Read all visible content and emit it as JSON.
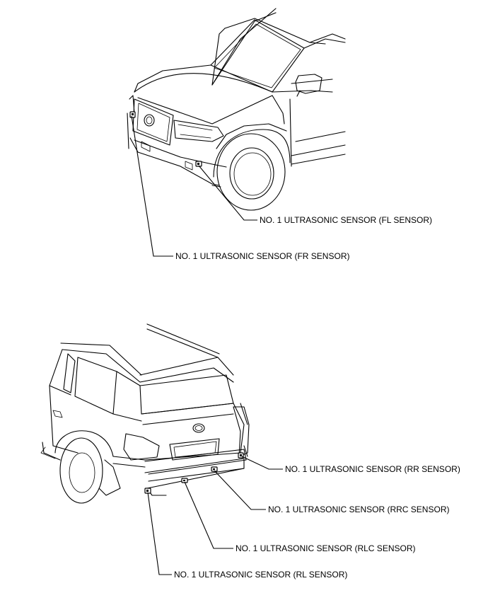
{
  "callouts": {
    "fl": "NO. 1 ULTRASONIC SENSOR (FL SENSOR)",
    "fr": "NO. 1 ULTRASONIC SENSOR (FR SENSOR)",
    "rr": "NO. 1 ULTRASONIC SENSOR (RR SENSOR)",
    "rrc": "NO. 1 ULTRASONIC SENSOR (RRC SENSOR)",
    "rlc": "NO. 1 ULTRASONIC SENSOR (RLC SENSOR)",
    "rl": "NO. 1 ULTRASONIC SENSOR (RL SENSOR)"
  }
}
